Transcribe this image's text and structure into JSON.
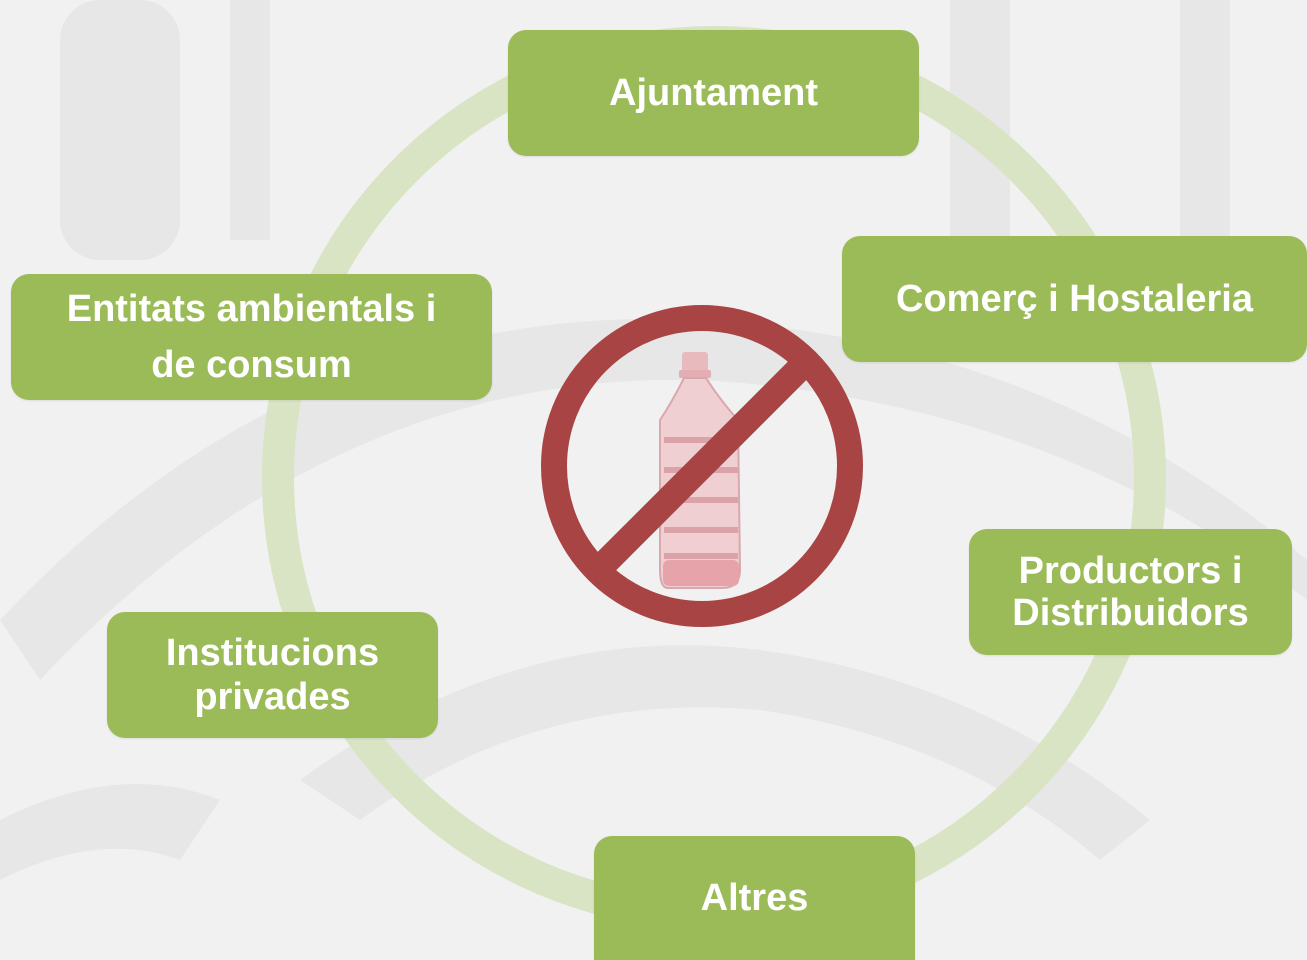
{
  "diagram": {
    "center_icon": "no-plastic-bottle-icon",
    "colors": {
      "background": "#f1f1f1",
      "ring": "#d8e4c4",
      "node_fill": "#9bbb59",
      "node_text": "#ffffff",
      "prohibition": "#a94444",
      "watermark": "#e6e6e6"
    },
    "nodes": {
      "ajuntament": "Ajuntament",
      "comerc": "Comerç i Hostaleria",
      "productors": [
        "Productors i",
        "Distribuidors"
      ],
      "altres": "Altres",
      "institucions": [
        "Institucions",
        "privades"
      ],
      "entitats": [
        "Entitats ambientals i",
        "de consum"
      ]
    }
  }
}
